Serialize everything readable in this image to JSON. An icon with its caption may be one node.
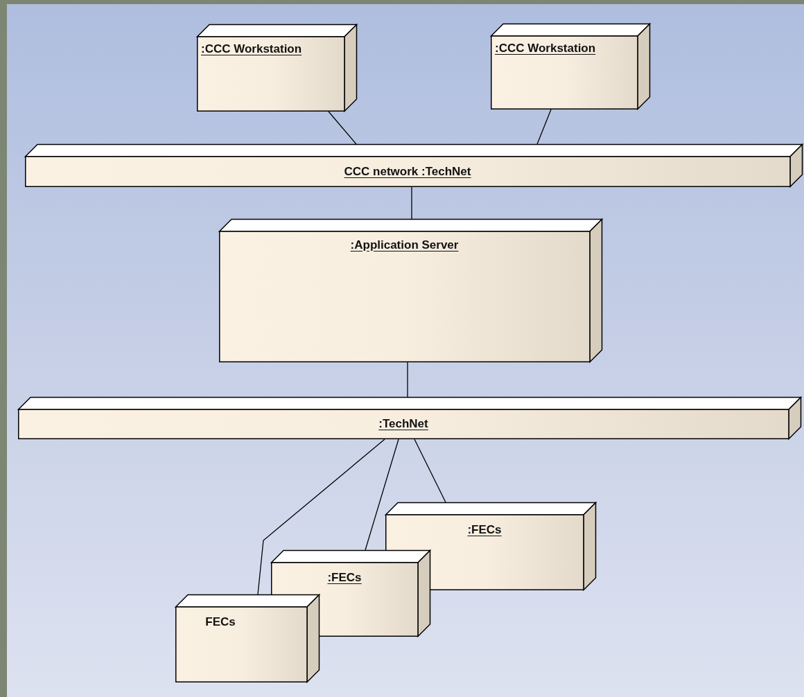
{
  "diagram": {
    "nodes": [
      {
        "text": [
          ":CCC Workstation"
        ]
      },
      {
        "text": [
          ":CCC Workstation"
        ]
      },
      {
        "text": [
          "CCC network :TechNet"
        ]
      },
      {
        "text": [
          ":Application Server"
        ]
      },
      {
        "text": [
          ":TechNet"
        ]
      },
      {
        "text": [
          ":FECs"
        ]
      },
      {
        "text": [
          ":FECs"
        ]
      },
      {
        "text": [
          "FECs"
        ]
      }
    ],
    "edges": [
      {
        "from": 0,
        "to": 2,
        "arrow": "none"
      },
      {
        "from": 1,
        "to": 2,
        "arrow": "none"
      },
      {
        "from": 2,
        "to": 3,
        "arrow": "none"
      },
      {
        "from": 3,
        "to": 4,
        "arrow": "none"
      },
      {
        "from": 4,
        "to": 7,
        "arrow": "none"
      },
      {
        "from": 4,
        "to": 6,
        "arrow": "none"
      },
      {
        "from": 4,
        "to": 5,
        "arrow": "none"
      }
    ]
  }
}
